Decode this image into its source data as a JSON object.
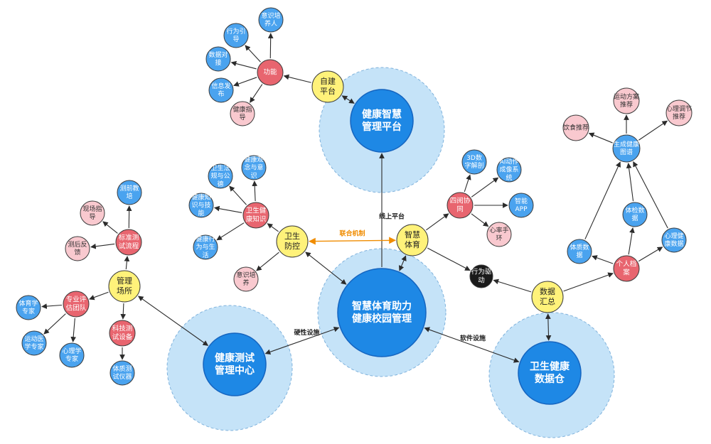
{
  "colors": {
    "halo": "#c5e3f8",
    "halo_stroke": "#7fb2dc",
    "core": "#1e88e5",
    "core_text": "#ffffff",
    "hub": "#fff27a",
    "red": "#e8656f",
    "blue": "#4aa3ef",
    "pink": "#f9c9cf",
    "black": "#1a1a1a",
    "edge": "#2b2b2b",
    "link_orange": "#f08c00"
  },
  "nodes": [
    {
      "id": "center",
      "type": "core",
      "lines": [
        "智慧体育助力",
        "健康校园管理"
      ]
    },
    {
      "id": "platform",
      "type": "core",
      "lines": [
        "健康智慧",
        "管理平台"
      ]
    },
    {
      "id": "testcenter",
      "type": "core",
      "lines": [
        "健康测试",
        "管理中心"
      ]
    },
    {
      "id": "datawarehouse",
      "type": "core",
      "lines": [
        "卫生健康",
        "数据仓"
      ]
    },
    {
      "id": "zijian",
      "type": "hub",
      "lines": [
        "自建",
        "平台"
      ]
    },
    {
      "id": "weisheng",
      "type": "hub",
      "lines": [
        "卫生",
        "防控"
      ]
    },
    {
      "id": "zhihui",
      "type": "hub",
      "lines": [
        "智慧",
        "体育"
      ]
    },
    {
      "id": "guanli",
      "type": "hub",
      "lines": [
        "管理",
        "场所"
      ]
    },
    {
      "id": "shuju",
      "type": "hub",
      "lines": [
        "数据",
        "汇总"
      ]
    },
    {
      "id": "gongneng",
      "type": "red",
      "lines": [
        "功能"
      ]
    },
    {
      "id": "xingwei",
      "type": "blue",
      "lines": [
        "行为引",
        "导"
      ]
    },
    {
      "id": "yishipei",
      "type": "blue",
      "lines": [
        "意识培",
        "养人"
      ]
    },
    {
      "id": "shujudj",
      "type": "blue",
      "lines": [
        "数据对",
        "接"
      ]
    },
    {
      "id": "xinxi",
      "type": "blue",
      "lines": [
        "信息发",
        "布"
      ]
    },
    {
      "id": "jiankangzd",
      "type": "pink",
      "lines": [
        "健康指",
        "导"
      ]
    },
    {
      "id": "wsjk",
      "type": "red",
      "lines": [
        "卫生健",
        "康知识"
      ]
    },
    {
      "id": "wsfg",
      "type": "blue",
      "lines": [
        "卫生法",
        "规与公",
        "德"
      ]
    },
    {
      "id": "jkgn",
      "type": "blue",
      "lines": [
        "健康观",
        "念与意",
        "识"
      ]
    },
    {
      "id": "jkzs",
      "type": "blue",
      "lines": [
        "健康知",
        "识与技",
        "能"
      ]
    },
    {
      "id": "jkxw",
      "type": "blue",
      "lines": [
        "健康行",
        "为与生",
        "活"
      ]
    },
    {
      "id": "yspy",
      "type": "pink",
      "lines": [
        "意识培",
        "养"
      ]
    },
    {
      "id": "siyue",
      "type": "red",
      "lines": [
        "四阅协",
        "同"
      ]
    },
    {
      "id": "sd",
      "type": "blue",
      "lines": [
        "3D数",
        "字解剖"
      ]
    },
    {
      "id": "ai",
      "type": "blue",
      "lines": [
        "AI动作",
        "成像系",
        "统"
      ]
    },
    {
      "id": "app",
      "type": "blue",
      "lines": [
        "智能",
        "APP"
      ]
    },
    {
      "id": "xinlv",
      "type": "pink",
      "lines": [
        "心率手",
        "环"
      ]
    },
    {
      "id": "xwqd",
      "type": "black",
      "lines": [
        "行为驱",
        "动"
      ]
    },
    {
      "id": "bzcs",
      "type": "red",
      "lines": [
        "标准测",
        "试流程"
      ]
    },
    {
      "id": "cqjd",
      "type": "blue",
      "lines": [
        "测前教",
        "培"
      ]
    },
    {
      "id": "xczd",
      "type": "pink",
      "lines": [
        "现场指",
        "导"
      ]
    },
    {
      "id": "chfk",
      "type": "pink",
      "lines": [
        "测后反",
        "馈"
      ]
    },
    {
      "id": "zypg",
      "type": "red",
      "lines": [
        "专业评",
        "估团队"
      ]
    },
    {
      "id": "tyxzj",
      "type": "blue",
      "lines": [
        "体育学",
        "专家"
      ]
    },
    {
      "id": "ydyx",
      "type": "blue",
      "lines": [
        "运动医",
        "学专家"
      ]
    },
    {
      "id": "xlxzj",
      "type": "blue",
      "lines": [
        "心理学",
        "专家"
      ]
    },
    {
      "id": "kjcs",
      "type": "red",
      "lines": [
        "科技测",
        "试设备"
      ]
    },
    {
      "id": "tzcs",
      "type": "blue",
      "lines": [
        "体质测",
        "试仪器"
      ]
    },
    {
      "id": "grda",
      "type": "red",
      "lines": [
        "个人档",
        "案"
      ]
    },
    {
      "id": "tzsj",
      "type": "blue",
      "lines": [
        "体质数",
        "据"
      ]
    },
    {
      "id": "tjsj",
      "type": "blue",
      "lines": [
        "体检数",
        "据"
      ]
    },
    {
      "id": "xljk",
      "type": "blue",
      "lines": [
        "心理健",
        "康数据"
      ]
    },
    {
      "id": "scjk",
      "type": "blue",
      "lines": [
        "生成健康",
        "图谱"
      ]
    },
    {
      "id": "ydfa",
      "type": "pink",
      "lines": [
        "运动方案",
        "推荐"
      ]
    },
    {
      "id": "xltj",
      "type": "pink",
      "lines": [
        "心理调节",
        "推荐"
      ]
    },
    {
      "id": "ysts",
      "type": "pink",
      "lines": [
        "饮食推荐"
      ]
    }
  ],
  "edges": [
    {
      "from": "zijian",
      "to": "gongneng"
    },
    {
      "from": "gongneng",
      "to": "xingwei"
    },
    {
      "from": "gongneng",
      "to": "yishipei"
    },
    {
      "from": "gongneng",
      "to": "shujudj"
    },
    {
      "from": "gongneng",
      "to": "xinxi"
    },
    {
      "from": "gongneng",
      "to": "jiankangzd"
    },
    {
      "from": "zijian",
      "to": "platform",
      "both": true
    },
    {
      "from": "center",
      "to": "platform",
      "label": "线上平台"
    },
    {
      "from": "weisheng",
      "to": "wsjk"
    },
    {
      "from": "wsjk",
      "to": "wsfg"
    },
    {
      "from": "wsjk",
      "to": "jkgn"
    },
    {
      "from": "wsjk",
      "to": "jkzs"
    },
    {
      "from": "wsjk",
      "to": "jkxw"
    },
    {
      "from": "weisheng",
      "to": "yspy"
    },
    {
      "from": "weisheng",
      "to": "center",
      "both": true
    },
    {
      "from": "weisheng",
      "to": "zhihui",
      "both": true,
      "label": "联合机制",
      "orange": true
    },
    {
      "from": "zhihui",
      "to": "siyue"
    },
    {
      "from": "siyue",
      "to": "sd"
    },
    {
      "from": "siyue",
      "to": "ai"
    },
    {
      "from": "siyue",
      "to": "app"
    },
    {
      "from": "siyue",
      "to": "xinlv"
    },
    {
      "from": "zhihui",
      "to": "xwqd"
    },
    {
      "from": "zhihui",
      "to": "center",
      "both": true
    },
    {
      "from": "shuju",
      "to": "xwqd"
    },
    {
      "from": "guanli",
      "to": "bzcs"
    },
    {
      "from": "bzcs",
      "to": "cqjd"
    },
    {
      "from": "bzcs",
      "to": "xczd"
    },
    {
      "from": "bzcs",
      "to": "chfk"
    },
    {
      "from": "guanli",
      "to": "zypg"
    },
    {
      "from": "zypg",
      "to": "tyxzj"
    },
    {
      "from": "zypg",
      "to": "ydyx"
    },
    {
      "from": "zypg",
      "to": "xlxzj"
    },
    {
      "from": "guanli",
      "to": "kjcs"
    },
    {
      "from": "kjcs",
      "to": "tzcs"
    },
    {
      "from": "guanli",
      "to": "testcenter",
      "both": true
    },
    {
      "from": "testcenter",
      "to": "center",
      "both": true,
      "label": "硬性设施"
    },
    {
      "from": "shuju",
      "to": "grda"
    },
    {
      "from": "grda",
      "to": "tzsj"
    },
    {
      "from": "grda",
      "to": "tjsj"
    },
    {
      "from": "grda",
      "to": "xljk"
    },
    {
      "from": "tzsj",
      "to": "scjk"
    },
    {
      "from": "tjsj",
      "to": "scjk"
    },
    {
      "from": "xljk",
      "to": "scjk"
    },
    {
      "from": "scjk",
      "to": "ydfa"
    },
    {
      "from": "scjk",
      "to": "xltj"
    },
    {
      "from": "scjk",
      "to": "ysts"
    },
    {
      "from": "shuju",
      "to": "datawarehouse",
      "both": true
    },
    {
      "from": "datawarehouse",
      "to": "center",
      "both": true,
      "label": "软件设施"
    }
  ]
}
